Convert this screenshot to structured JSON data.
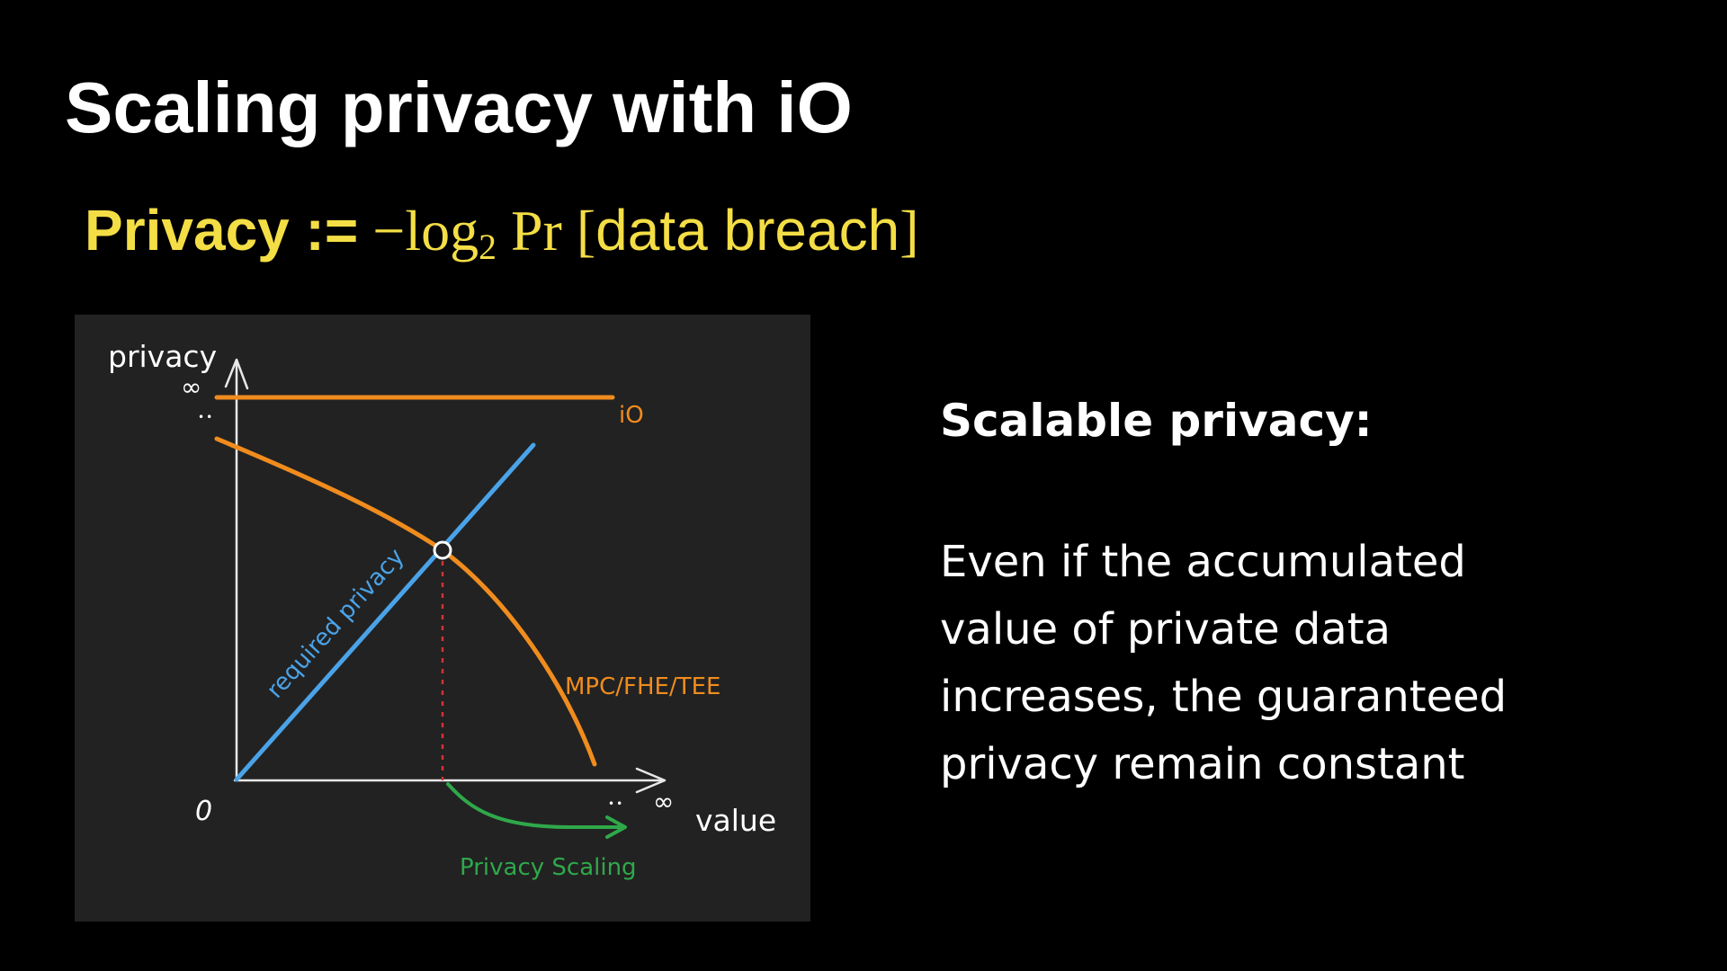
{
  "slide": {
    "title": "Scaling privacy with iO",
    "formula": {
      "lhs": "Privacy :=",
      "neg_log": "−log",
      "log_base": "2",
      "pr": "Pr",
      "open_bracket": "[",
      "argument": "data breach",
      "close_bracket": "]"
    }
  },
  "diagram": {
    "y_axis_label": "privacy",
    "x_axis_label": "value",
    "origin_label": "0",
    "y_infinity_label": "∞",
    "x_infinity_label": "∞",
    "y_dots": "••",
    "x_dots": "••",
    "series": {
      "io": {
        "label": "iO",
        "color": "#f08c1e",
        "behavior": "constant at infinity"
      },
      "mpc": {
        "label": "MPC/FHE/TEE",
        "color": "#f08c1e",
        "behavior": "decreasing"
      },
      "required": {
        "label": "required privacy",
        "color": "#4aa3e8",
        "behavior": "increasing"
      }
    },
    "intersection_marker": "open circle",
    "privacy_scaling": {
      "label": "Privacy Scaling",
      "color": "#2fa84a"
    },
    "axis_color": "#e8e8e8",
    "guide_color": "#d0343a"
  },
  "side": {
    "heading": "Scalable privacy:",
    "body_lines": [
      "Even if the accumulated",
      "value of private data",
      "increases, the guaranteed",
      "privacy remain constant"
    ]
  }
}
